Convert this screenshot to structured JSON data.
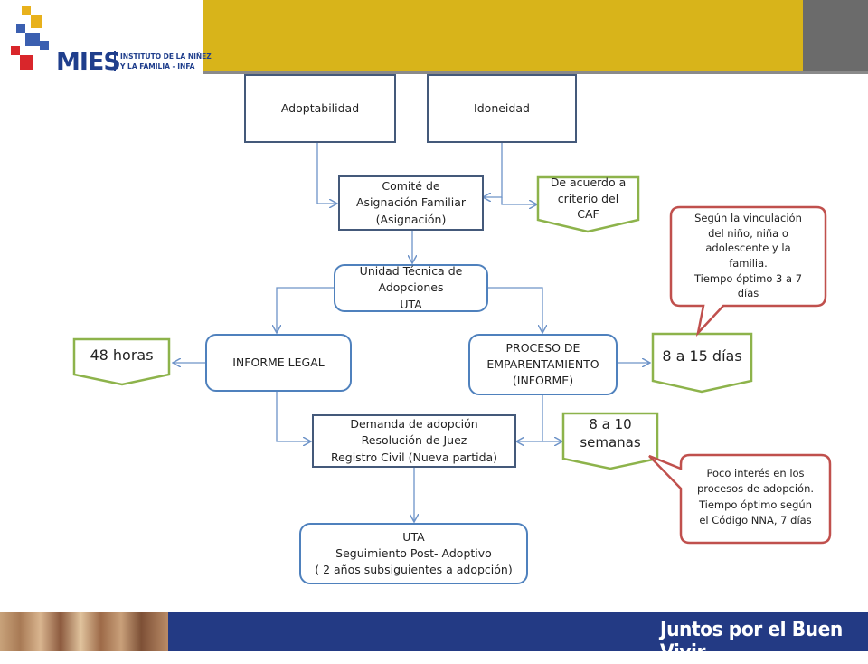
{
  "header": {
    "logo_name": "MIES",
    "logo_line1": "INSTITUTO DE LA NIÑEZ",
    "logo_line2": "Y LA FAMILIA - INFA",
    "band_color": "#d8b41a",
    "corner_color": "#6b6b6b"
  },
  "footer": {
    "slogan": "Juntos por el Buen Vivir.",
    "band_color": "#233a84"
  },
  "nodes": {
    "adoptabilidad": "Adoptabilidad",
    "idoneidad": "Idoneidad",
    "comite": "Comité de\nAsignación Familiar\n(Asignación)",
    "unidad": "Unidad Técnica de\nAdopciones\nUTA",
    "informe_legal": "INFORME LEGAL",
    "proceso": "PROCESO DE\nEMPARENTAMIENTO\n(INFORME)",
    "demanda": "Demanda de adopción\nResolución de Juez\nRegistro Civil  (Nueva partida)",
    "seguimiento": "UTA\nSeguimiento Post- Adoptivo\n( 2 años subsiguientes a adopción)"
  },
  "time_tags": {
    "caf": "De acuerdo a\ncriterio del\nCAF",
    "h48": "48 horas",
    "d8_15": "8 a 15 días",
    "s8_10": "8 a 10\nsemanas"
  },
  "callouts": {
    "vinculacion": "Según la vinculación\ndel niño, niña o\nadolescente y la\nfamilia.\nTiempo óptimo  3 a 7\ndías",
    "interes": "Poco interés en los\nprocesos de adopción.\nTiempo óptimo según\nel Código NNA, 7 días"
  },
  "colors": {
    "box_border": "#44597a",
    "rounded_border": "#4f81bd",
    "connector": "#6d93c8",
    "tag_border": "#8db34b",
    "callout_border": "#c0504d"
  }
}
